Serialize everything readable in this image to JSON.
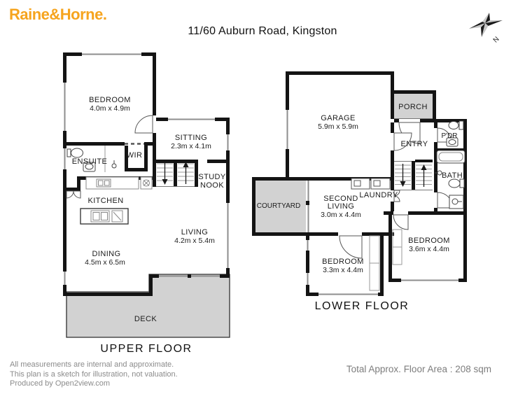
{
  "header": {
    "logo": "Raine&Horne.",
    "title": "11/60 Auburn Road, Kingston"
  },
  "compass": {
    "north_label": "N"
  },
  "upper_floor": {
    "floor_label": "UPPER FLOOR",
    "rooms": {
      "bedroom": {
        "name": "BEDROOM",
        "dims": "4.0m x 4.9m"
      },
      "sitting": {
        "name": "SITTING",
        "dims": "2.3m x 4.1m"
      },
      "ensuite": {
        "name": "ENSUITE"
      },
      "wir": {
        "name": "WIR"
      },
      "study_nook": {
        "line1": "STUDY",
        "line2": "NOOK"
      },
      "kitchen": {
        "name": "KITCHEN"
      },
      "living": {
        "name": "LIVING",
        "dims": "4.2m x 5.4m"
      },
      "dining": {
        "name": "DINING",
        "dims": "4.5m x 6.5m"
      },
      "deck": {
        "name": "DECK"
      }
    }
  },
  "lower_floor": {
    "floor_label": "LOWER FLOOR",
    "rooms": {
      "garage": {
        "name": "GARAGE",
        "dims": "5.9m x 5.9m"
      },
      "porch": {
        "name": "PORCH"
      },
      "entry": {
        "name": "ENTRY"
      },
      "pdr": {
        "name": "P'DR"
      },
      "bath": {
        "name": "BATH"
      },
      "laundry": {
        "name": "LAUNDRY"
      },
      "second_living": {
        "line1": "SECOND",
        "line2": "LIVING",
        "dims": "3.0m x 4.4m"
      },
      "courtyard": {
        "name": "COURTYARD"
      },
      "bedroom_one": {
        "name": "BEDROOM",
        "dims": "3.3m x 4.4m"
      },
      "bedroom_two": {
        "name": "BEDROOM",
        "dims": "3.6m x 4.4m"
      }
    }
  },
  "footer": {
    "disclaimer_line1": "All measurements are internal and approximate.",
    "disclaimer_line2": "This plan is a sketch for illustration, not valuation.",
    "disclaimer_line3": "Produced by Open2view.com",
    "total_area": "Total Approx. Floor Area : 208 sqm"
  },
  "colors": {
    "wall": "#141414",
    "area_fill": "#d2d2d2",
    "logo": "#F6A41E"
  }
}
